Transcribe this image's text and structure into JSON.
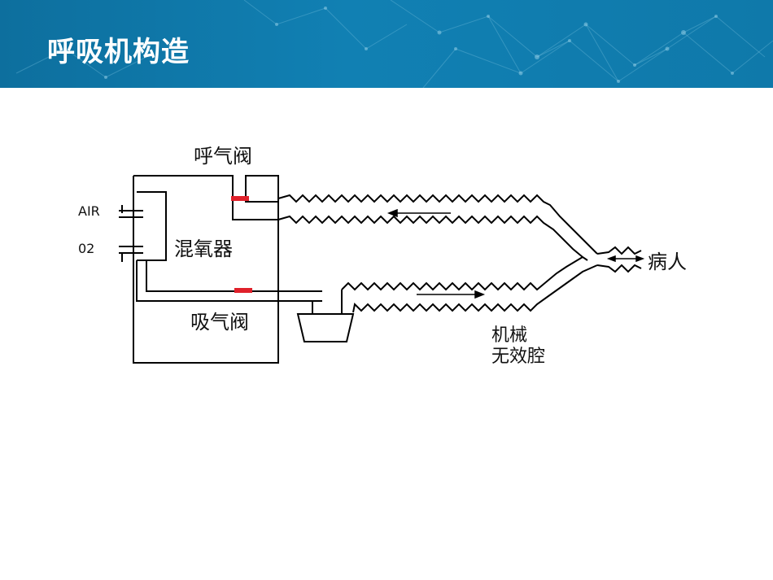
{
  "slide": {
    "title": "呼吸机构造"
  },
  "diagram": {
    "labels": {
      "exhale_valve": "呼气阀",
      "air": "AIR",
      "o2": "02",
      "mixer": "混氧器",
      "inhale_valve": "吸气阀",
      "patient": "病人",
      "dead_space_line1": "机械",
      "dead_space_line2": "无效腔"
    },
    "colors": {
      "header": "#1180b3",
      "line": "#000000",
      "valve_marker": "#e0202a"
    }
  }
}
